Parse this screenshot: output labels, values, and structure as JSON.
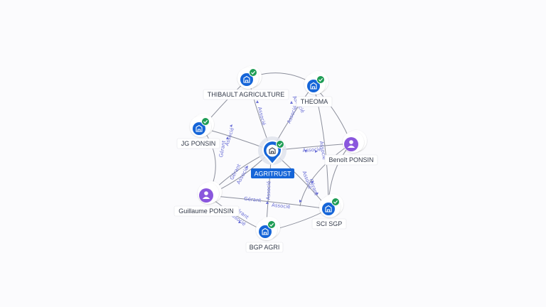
{
  "graph": {
    "center": "AGRITRUST",
    "nodes": [
      {
        "id": "agritrust",
        "label": "AGRITRUST",
        "type": "company",
        "verified": true,
        "main": true
      },
      {
        "id": "thibault",
        "label": "THIBAULT AGRICULTURE",
        "type": "company",
        "verified": true
      },
      {
        "id": "theoma",
        "label": "THEOMA",
        "type": "company",
        "verified": true
      },
      {
        "id": "jgponsin",
        "label": "JG PONSIN",
        "type": "company",
        "verified": true
      },
      {
        "id": "benoit",
        "label": "Benoît PONSIN",
        "type": "person",
        "verified": false
      },
      {
        "id": "guillaume",
        "label": "Guillaume PONSIN",
        "type": "person",
        "verified": false
      },
      {
        "id": "scisgp",
        "label": "SCI SGP",
        "type": "company",
        "verified": true
      },
      {
        "id": "bgpagri",
        "label": "BGP AGRI",
        "type": "company",
        "verified": true
      }
    ],
    "edges": [
      {
        "from": "agritrust",
        "to": "thibault",
        "label": "Associé"
      },
      {
        "from": "agritrust",
        "to": "theoma",
        "label": "Associé"
      },
      {
        "from": "agritrust",
        "to": "jgponsin",
        "label": "Associé"
      },
      {
        "from": "agritrust",
        "to": "benoit",
        "label": "Associé"
      },
      {
        "from": "agritrust",
        "to": "guillaume",
        "label": "Gérant"
      },
      {
        "from": "agritrust",
        "to": "guillaume",
        "label": "Associé"
      },
      {
        "from": "agritrust",
        "to": "bgpagri",
        "label": "Associé"
      },
      {
        "from": "agritrust",
        "to": "scisgp",
        "label": "Associé"
      },
      {
        "from": "jgponsin",
        "to": "guillaume",
        "label": "Gérant"
      },
      {
        "from": "guillaume",
        "to": "scisgp",
        "label": "Gérant"
      },
      {
        "from": "bgpagri",
        "to": "scisgp",
        "label": "Associé"
      },
      {
        "from": "guillaume",
        "to": "bgpagri",
        "label": "Gérant"
      },
      {
        "from": "guillaume",
        "to": "bgpagri",
        "label": "Associé"
      },
      {
        "from": "benoit",
        "to": "theoma",
        "label": "Associé"
      },
      {
        "from": "benoit",
        "to": "scisgp",
        "label": "Associé"
      },
      {
        "from": "benoit",
        "to": "scisgp",
        "label": "Gérant"
      }
    ]
  },
  "icons": {
    "company": "building-icon",
    "person": "person-icon",
    "verified": "check-badge-icon"
  },
  "colors": {
    "company": "#1565d8",
    "person": "#8a57dd",
    "verified": "#1f9d55",
    "edge": "#8c8f9c",
    "edge_label": "#6a6fd6"
  }
}
